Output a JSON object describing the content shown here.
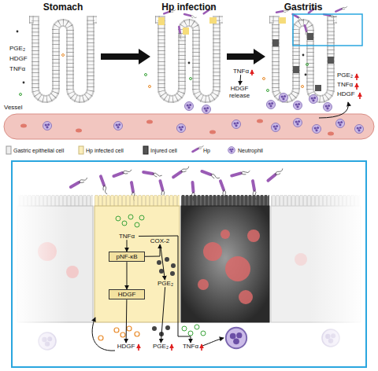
{
  "diagram": {
    "nodes": [
      {
        "text": [
          "TNFα"
        ]
      },
      {
        "text": [
          "HDGF release"
        ]
      },
      {
        "text": [
          "TNFα"
        ]
      },
      {
        "text": [
          "pNF-κB"
        ]
      },
      {
        "text": [
          "COX-2"
        ]
      },
      {
        "text": [
          "PGE₂"
        ]
      },
      {
        "text": [
          "HDGF"
        ]
      },
      {
        "text": [
          "HDGF"
        ]
      },
      {
        "text": [
          "PGE₂"
        ]
      },
      {
        "text": [
          "TNFα"
        ]
      }
    ],
    "edges": [
      {
        "from": 0,
        "to": 1,
        "arrow": "to"
      },
      {
        "from": 2,
        "to": 3,
        "arrow": "to"
      },
      {
        "from": 3,
        "to": 4,
        "arrow": "to"
      },
      {
        "from": 4,
        "to": 5,
        "arrow": "to"
      },
      {
        "from": 3,
        "to": 6,
        "arrow": "to"
      },
      {
        "from": 6,
        "to": 7,
        "arrow": "to"
      },
      {
        "from": 5,
        "to": 8,
        "arrow": "to"
      },
      {
        "from": 2,
        "to": 9,
        "arrow": "to"
      }
    ],
    "labels": [
      "Stomach",
      "Hp infection",
      "Gastritis",
      "PGE₂",
      "HDGF",
      "TNFα",
      "PGE₂",
      "TNFα",
      "HDGF",
      "Vessel"
    ],
    "legend": [
      {
        "text": "Gastric epithelial cell"
      },
      {
        "text": "Hp infected cell"
      },
      {
        "text": "Injured cell"
      },
      {
        "text": "Hp"
      },
      {
        "text": "Neutrophil"
      }
    ]
  }
}
